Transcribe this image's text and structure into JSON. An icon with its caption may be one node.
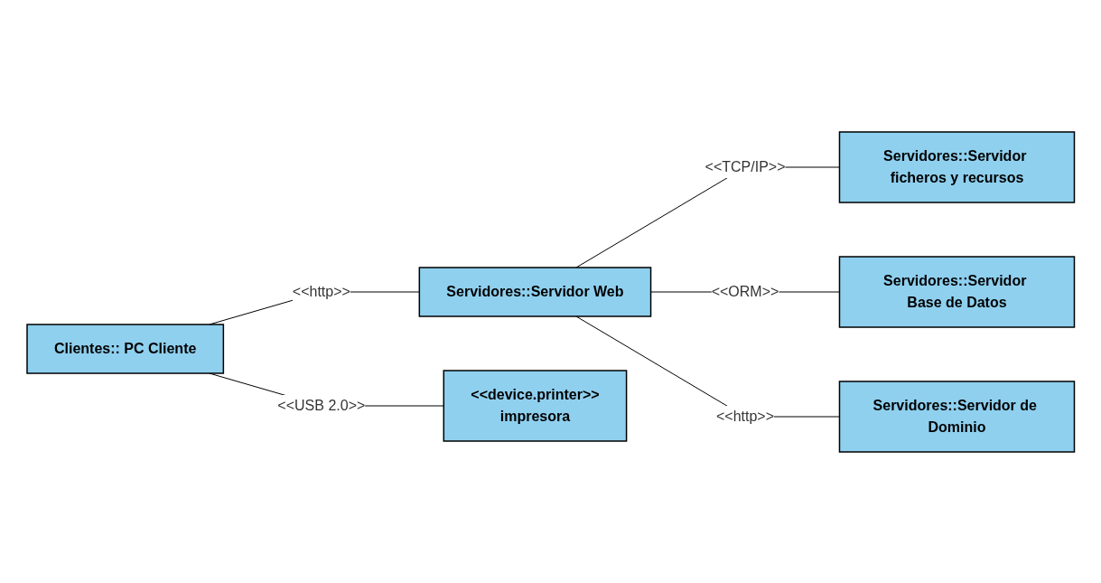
{
  "diagram": {
    "nodes": [
      {
        "text": [
          "Clientes:: PC Cliente"
        ]
      },
      {
        "text": [
          "Servidores::Servidor ficheros y recursos"
        ]
      },
      {
        "text": [
          "Servidores::Servidor Web"
        ]
      },
      {
        "text": [
          "Servidores::Servidor Base de Datos"
        ]
      },
      {
        "text": [
          "<<device.printer>>",
          "impresora"
        ]
      },
      {
        "text": [
          "Servidores::Servidor de Dominio"
        ]
      }
    ],
    "edges": [
      {
        "from": 0,
        "to": 4,
        "arrow": "none",
        "label": "<<USB 2.0>>"
      },
      {
        "from": 0,
        "to": 2,
        "arrow": "none",
        "label": "<<http>>"
      },
      {
        "from": 2,
        "to": 1,
        "arrow": "none",
        "label": "<<TCP/IP>>"
      },
      {
        "from": 2,
        "to": 3,
        "arrow": "none",
        "label": "<<ORM>>"
      },
      {
        "from": 2,
        "to": 5,
        "arrow": "none",
        "label": "<<http>>"
      }
    ]
  }
}
